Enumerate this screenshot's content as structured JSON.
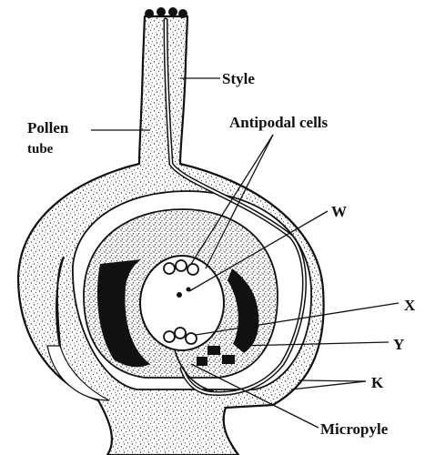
{
  "labels": {
    "style": "Style",
    "pollen_line1": "Pollen",
    "pollen_line2": "tube",
    "antipodal": "Antipodal cells",
    "w": "W",
    "x": "X",
    "y": "Y",
    "k": "K",
    "micropyle": "Micropyle"
  },
  "colors": {
    "ink": "#111111",
    "background": "#ffffff"
  }
}
